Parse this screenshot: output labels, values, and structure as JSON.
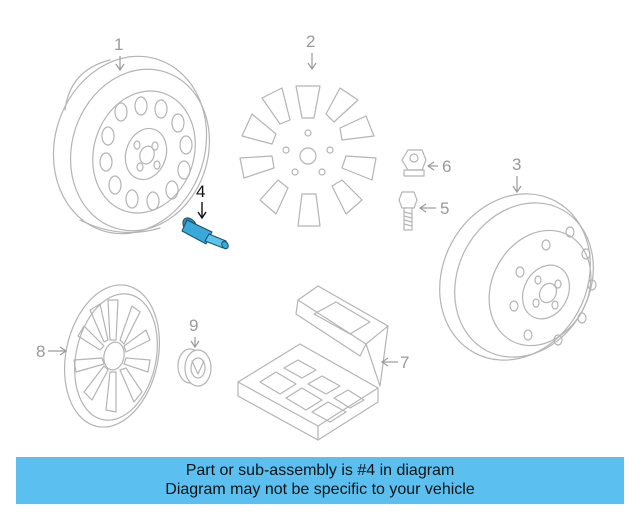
{
  "callouts": {
    "c1": "1",
    "c2": "2",
    "c3": "3",
    "c4": "4",
    "c5": "5",
    "c6": "6",
    "c7": "7",
    "c8": "8",
    "c9": "9"
  },
  "highlighted_part": "4",
  "colors": {
    "highlight_part": "#3aa8d8",
    "banner": "#5bc0f0",
    "line_art": "#b4b4b4"
  },
  "caption": {
    "line1": "Part or sub-assembly is #4 in diagram",
    "line2": "Diagram may not be specific to your vehicle"
  }
}
